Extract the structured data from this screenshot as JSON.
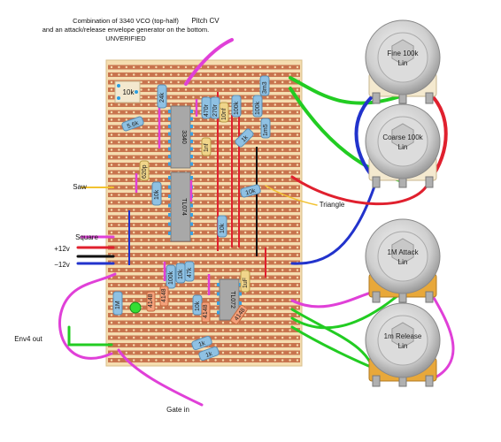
{
  "header": {
    "description": "Combination of 3340 VCO (top-half) and an attack/release envelope generator on the bottom. UNVERIFIED",
    "pitch_cv": "Pitch CV"
  },
  "io_labels": {
    "saw": "Saw",
    "triangle": "Triangle",
    "square": "Square",
    "plus12": "+12v",
    "minus12": "−12v",
    "env4_out": "Env4 out",
    "gate_in": "Gate in"
  },
  "pots": [
    {
      "name": "Fine 100k",
      "sub": "Lin"
    },
    {
      "name": "Coarse 100k",
      "sub": "Lin"
    },
    {
      "name": "1M Attack",
      "sub": "Lin"
    },
    {
      "name": "1m Release",
      "sub": "Lin"
    }
  ],
  "ics": [
    {
      "label": "3340"
    },
    {
      "label": "TL074"
    },
    {
      "label": "TL072"
    }
  ],
  "components": {
    "r_10k_trim": "10k",
    "r_24k": "24k",
    "r_470r": "470r",
    "r_270r": "270r",
    "c_10nf": "10nf",
    "r_100k_a": "100k",
    "r_100k_b": "100k",
    "r_3m3": "3m3",
    "r_5k6": "5.6k",
    "r_1m5": "1m5",
    "r_1k": "1k",
    "c_1nf": "1nf",
    "c_620p": "620p",
    "r_10k_a": "10k",
    "r_10k_b": "10k",
    "r_10k_c": "10k",
    "r_10k_d": "10k",
    "r_100k_c": "100k",
    "r_10k_e": "10k",
    "r_47k": "47k",
    "c_1uf": "1uF",
    "r_1m": "1M",
    "d_4148_a": "4148",
    "d_4148_b": "4148",
    "d_4148_c": "4148",
    "d_4148_d": "4148",
    "r_1k_b": "1k",
    "r_1k_c": "1k"
  },
  "colors": {
    "board": "#f5ddb0",
    "strip": "#c8744e",
    "wire_green": "#22cc22",
    "wire_red": "#e0202e",
    "wire_blue": "#2233cc",
    "wire_magenta": "#e040d8",
    "wire_black": "#111111",
    "wire_yellow": "#f2c230"
  }
}
